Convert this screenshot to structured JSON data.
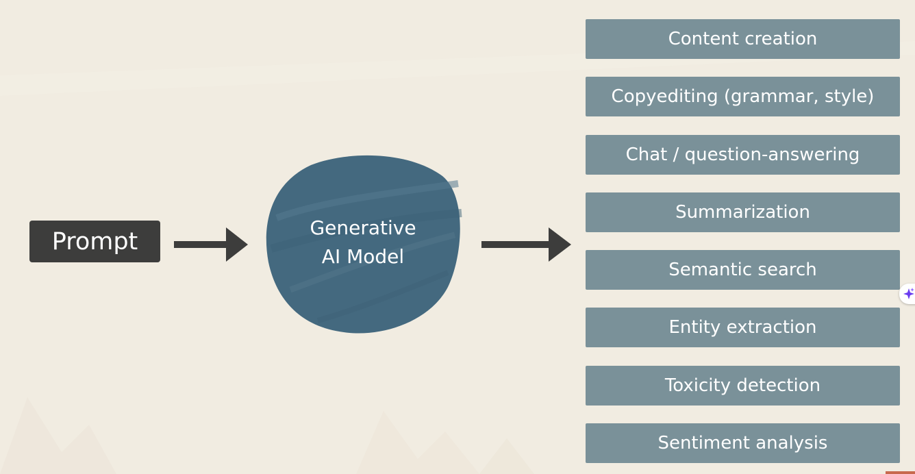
{
  "diagram": {
    "input_label": "Prompt",
    "model_label_line1": "Generative",
    "model_label_line2": "AI Model",
    "outputs": [
      "Content creation",
      "Copyediting (grammar, style)",
      "Chat / question-answering",
      "Summarization",
      "Semantic search",
      "Entity extraction",
      "Toxicity detection",
      "Sentiment analysis"
    ]
  },
  "colors": {
    "background": "#f1ece1",
    "prompt_box": "#3d3d3c",
    "model_blob": "#44697f",
    "output_box": "#7a9199",
    "arrow": "#3d3d3c"
  },
  "icons": {
    "side_button": "sparkle-icon"
  }
}
